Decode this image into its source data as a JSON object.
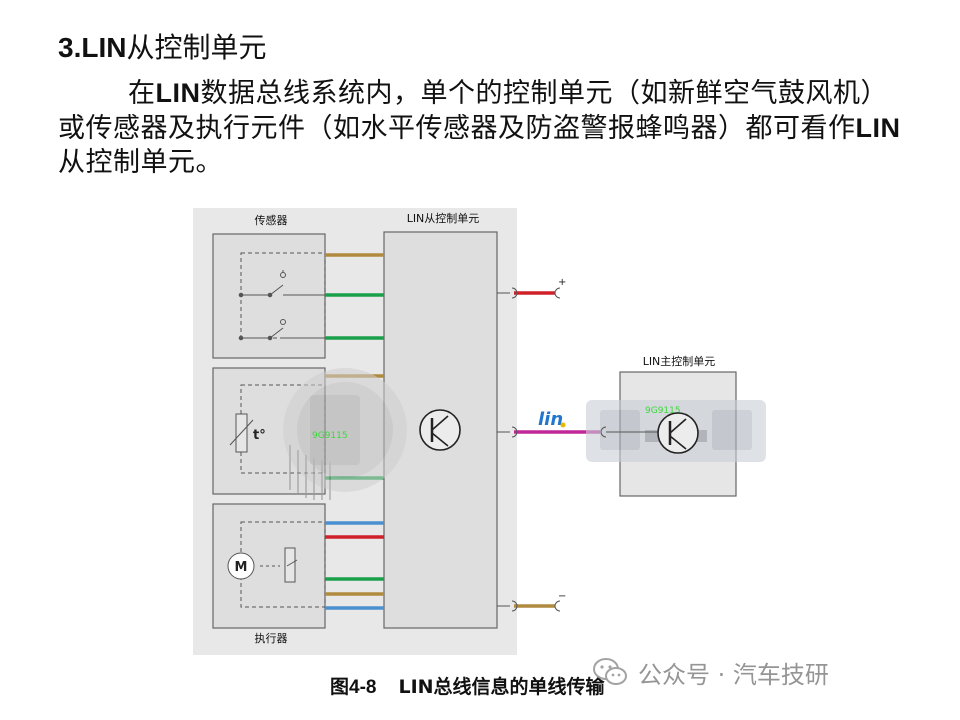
{
  "heading": {
    "number": "3.LIN",
    "text": "从控制单元"
  },
  "paragraph": {
    "segments": [
      {
        "text": "在",
        "kw": false
      },
      {
        "text": "LIN",
        "kw": true
      },
      {
        "text": "数据总线系统内，单个的控制单元（如新鲜空气鼓风机）或传感器及执行元件（如水平传感器及防盗警报蜂鸣器）都可看作",
        "kw": false
      },
      {
        "text": "LIN",
        "kw": true
      },
      {
        "text": "从控制单元。",
        "kw": false
      }
    ]
  },
  "diagram": {
    "sensor_label": "传感器",
    "slave_label": "LIN从控制单元",
    "actuator_label": "执行器",
    "master_label": "LIN主控制单元",
    "temp_symbol": "t°",
    "motor_symbol": "M",
    "plus_sign": "+",
    "minus_sign": "−",
    "lin_logo": "lin",
    "overlay_code_1": "9G9115",
    "overlay_code_2": "9G9115",
    "colors": {
      "brown": "#b08a3e",
      "green": "#1aa04a",
      "red": "#d0202a",
      "blue": "#4a8fd0",
      "magenta": "#c0289a",
      "panel_bg": "#e8e8e8",
      "box_fill": "#dedede",
      "border": "#666666"
    }
  },
  "caption": {
    "number": "图4-8",
    "text": "LIN总线信息的单线传输"
  },
  "watermark": {
    "text": "公众号 · 汽车技研",
    "icon": "wechat-icon"
  }
}
